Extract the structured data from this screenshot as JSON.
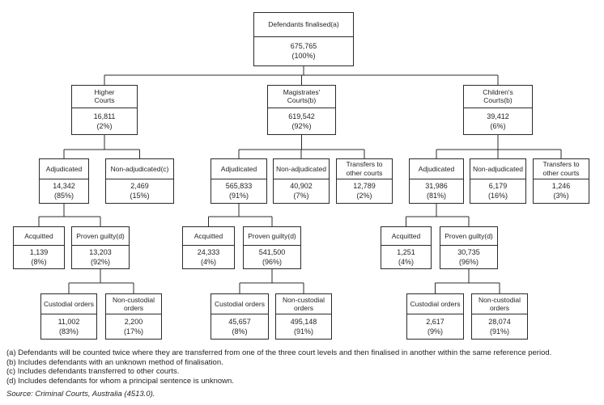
{
  "flowchart": {
    "root": {
      "label": "Defendants finalised(a)",
      "value": "675,765",
      "percent": "(100%)"
    },
    "courts": [
      {
        "label": "Higher\nCourts",
        "value": "16,811",
        "percent": "(2%)",
        "outcomes": [
          {
            "label": "Adjudicated",
            "value": "14,342",
            "percent": "(85%)"
          },
          {
            "label": "Non-adjudicated(c)",
            "value": "2,469",
            "percent": "(15%)"
          }
        ],
        "verdicts": [
          {
            "label": "Acquitted",
            "value": "1,139",
            "percent": "(8%)"
          },
          {
            "label": "Proven guilty(d)",
            "value": "13,203",
            "percent": "(92%)"
          }
        ],
        "sentences": [
          {
            "label": "Custodial orders",
            "value": "11,002",
            "percent": "(83%)"
          },
          {
            "label": "Non-custodial\norders",
            "value": "2,200",
            "percent": "(17%)"
          }
        ]
      },
      {
        "label": "Magistrates'\nCourts(b)",
        "value": "619,542",
        "percent": "(92%)",
        "outcomes": [
          {
            "label": "Adjudicated",
            "value": "565,833",
            "percent": "(91%)"
          },
          {
            "label": "Non-adjudicated",
            "value": "40,902",
            "percent": "(7%)"
          },
          {
            "label": "Transfers to\nother courts",
            "value": "12,789",
            "percent": "(2%)"
          }
        ],
        "verdicts": [
          {
            "label": "Acquitted",
            "value": "24,333",
            "percent": "(4%)"
          },
          {
            "label": "Proven guilty(d)",
            "value": "541,500",
            "percent": "(96%)"
          }
        ],
        "sentences": [
          {
            "label": "Custodial orders",
            "value": "45,657",
            "percent": "(8%)"
          },
          {
            "label": "Non-custodial\norders",
            "value": "495,148",
            "percent": "(91%)"
          }
        ]
      },
      {
        "label": "Children's\nCourts(b)",
        "value": "39,412",
        "percent": "(6%)",
        "outcomes": [
          {
            "label": "Adjudicated",
            "value": "31,986",
            "percent": "(81%)"
          },
          {
            "label": "Non-adjudicated",
            "value": "6,179",
            "percent": "(16%)"
          },
          {
            "label": "Transfers to\nother courts",
            "value": "1,246",
            "percent": "(3%)"
          }
        ],
        "verdicts": [
          {
            "label": "Acquitted",
            "value": "1,251",
            "percent": "(4%)"
          },
          {
            "label": "Proven guilty(d)",
            "value": "30,735",
            "percent": "(96%)"
          }
        ],
        "sentences": [
          {
            "label": "Custodial orders",
            "value": "2,617",
            "percent": "(9%)"
          },
          {
            "label": "Non-custodial\norders",
            "value": "28,074",
            "percent": "(91%)"
          }
        ]
      }
    ]
  },
  "footnotes": [
    "(a) Defendants will be counted twice where they are transferred from one of the three court levels and then finalised in another within the same reference period.",
    "(b) Includes defendants with an unknown method of finalisation.",
    "(c) Includes defendants transferred to other courts.",
    "(d) Includes defendants for whom a principal sentence is unknown."
  ],
  "source": "Source: Criminal Courts, Australia (4513.0)."
}
